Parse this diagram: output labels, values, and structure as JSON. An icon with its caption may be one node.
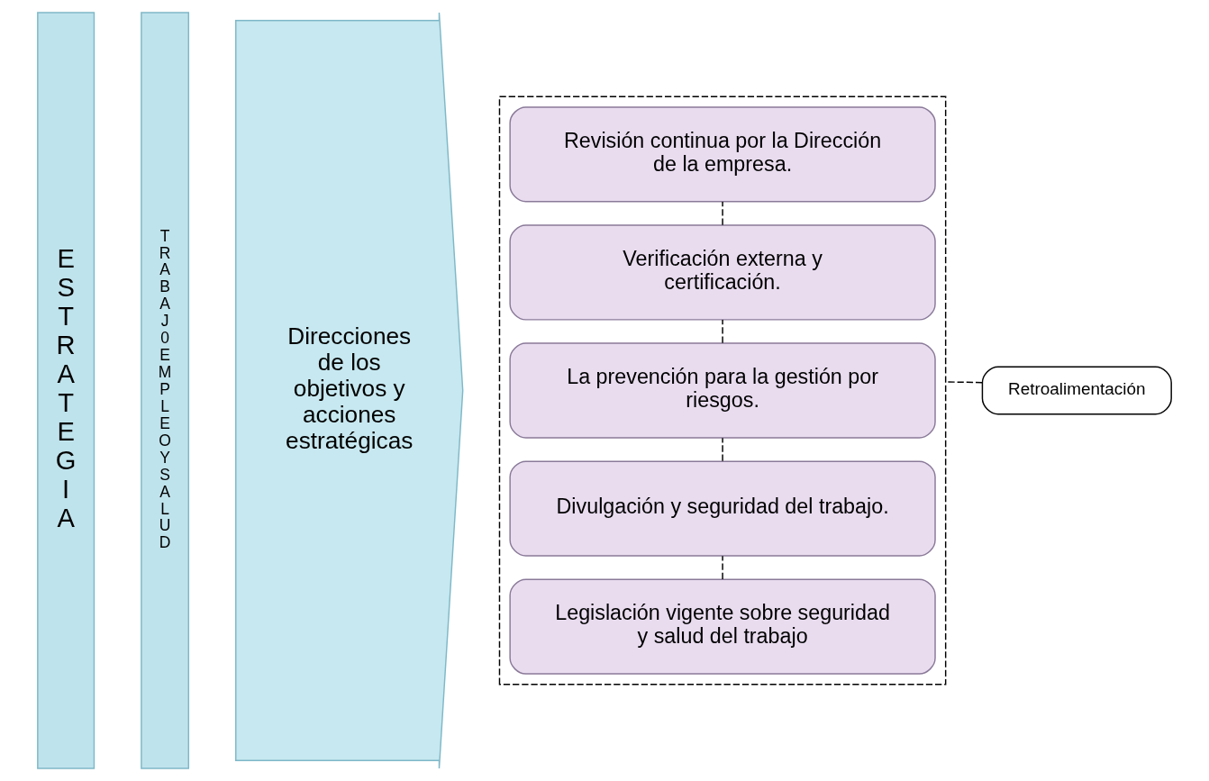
{
  "diagram": {
    "nodes": [
      {
        "text": [
          "E S T R A T E G I A"
        ]
      },
      {
        "text": [
          "T R A B A J 0 E M P L E O Y S A L U D"
        ]
      },
      {
        "text": [],
        "shape": "box"
      },
      {
        "text": [
          "Direcciones de los objetivos y acciones estratégicas"
        ]
      },
      {
        "text": [
          "Legislación vigente sobre seguridad y salud del trabajo"
        ],
        "in": 2
      },
      {
        "text": [
          "Divulgación y seguridad del trabajo."
        ],
        "in": 2
      },
      {
        "text": [
          "La prevención para la gestión por riesgos."
        ],
        "in": 2
      },
      {
        "text": [
          "Verificación externa y certificación."
        ],
        "in": 2
      },
      {
        "text": [
          "Revisión continua por la Dirección de la empresa."
        ],
        "in": 2
      },
      {
        "text": [
          "Retroalimentación"
        ]
      }
    ],
    "edges": [
      {
        "from": 4,
        "to": 5,
        "arrow": "none",
        "style": "dashed"
      },
      {
        "from": 5,
        "to": 6,
        "arrow": "none",
        "style": "dashed"
      },
      {
        "from": 6,
        "to": 7,
        "arrow": "none",
        "style": "dashed"
      },
      {
        "from": 7,
        "to": 8,
        "arrow": "none",
        "style": "dashed"
      },
      {
        "from": 9,
        "to": 2,
        "arrow": "none",
        "style": "dashed"
      }
    ]
  }
}
